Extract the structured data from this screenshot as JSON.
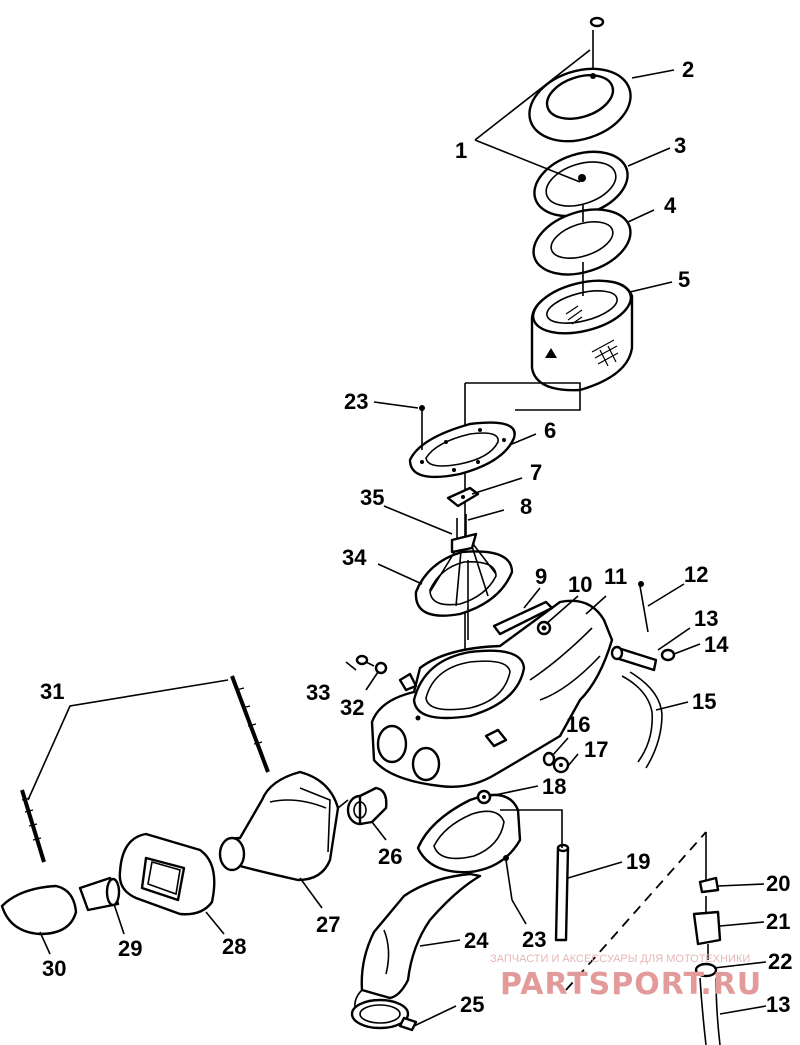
{
  "callouts": {
    "c1": "1",
    "c2": "2",
    "c3": "3",
    "c4": "4",
    "c5": "5",
    "c6": "6",
    "c7": "7",
    "c8": "8",
    "c9": "9",
    "c10": "10",
    "c11": "11",
    "c12": "12",
    "c13a": "13",
    "c13b": "13",
    "c14": "14",
    "c15": "15",
    "c16": "16",
    "c17": "17",
    "c18": "18",
    "c19": "19",
    "c20": "20",
    "c21": "21",
    "c22": "22",
    "c23a": "23",
    "c23b": "23",
    "c24": "24",
    "c25": "25",
    "c26": "26",
    "c27": "27",
    "c28": "28",
    "c29": "29",
    "c30": "30",
    "c31": "31",
    "c32": "32",
    "c33": "33",
    "c34": "34",
    "c35": "35"
  },
  "watermark": {
    "caption": "ЗАПЧАСТИ И АКСЕССУАРЫ ДЛЯ МОТОТЕХНИКИ",
    "logo": "PARTSPORT.RU"
  },
  "colors": {
    "ink": "#000000",
    "paper": "#ffffff",
    "watermark": "#e39a9a"
  }
}
